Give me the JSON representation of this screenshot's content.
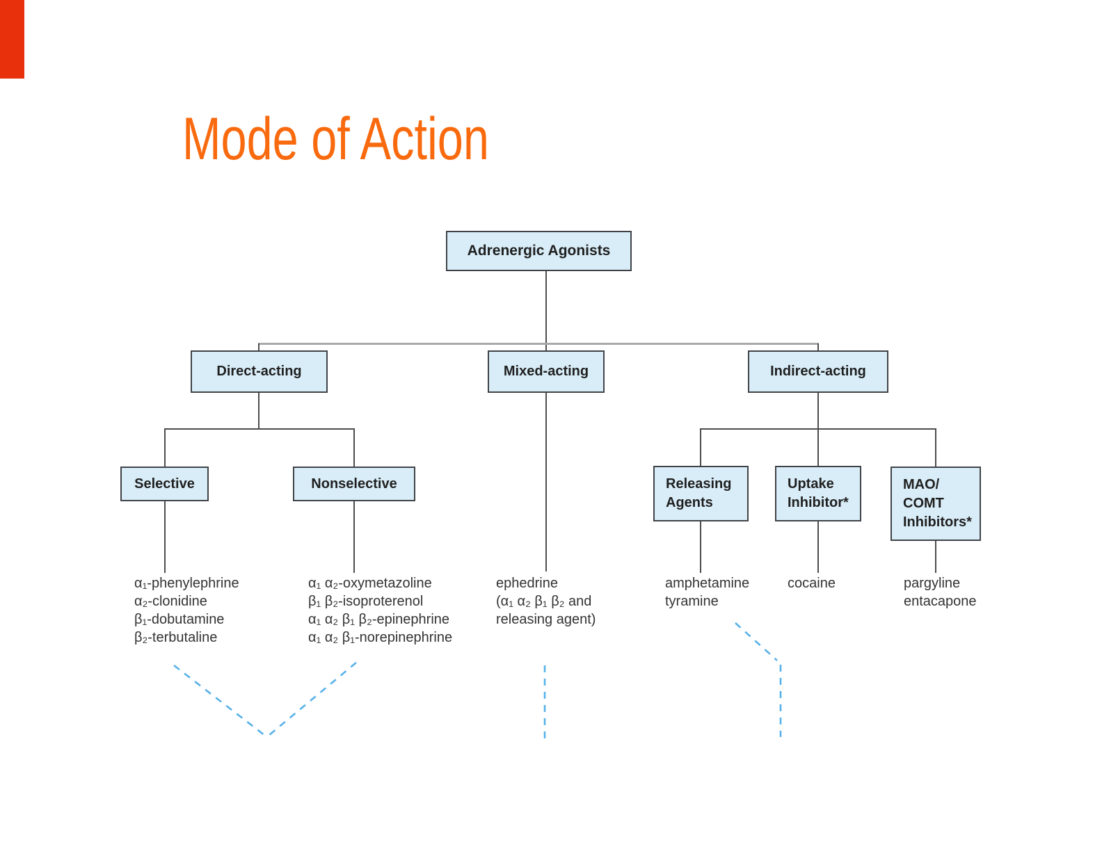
{
  "slide": {
    "title": "Mode of Action"
  },
  "colors": {
    "title_orange": "#f96a0e",
    "red_accent_bar": "#e8300c",
    "node_fill": "#d9edf8",
    "node_border": "#3f4347",
    "connector": "#4c4c4c",
    "connector_light": "#a9a9a9",
    "dashed_pointer_blue": "#57b1e8"
  },
  "nodes": {
    "root": {
      "label": "Adrenergic Agonists"
    },
    "direct": {
      "label": "Direct-acting"
    },
    "mixed": {
      "label": "Mixed-acting"
    },
    "indirect": {
      "label": "Indirect-acting"
    },
    "selective": {
      "label": "Selective"
    },
    "nonselective": {
      "label": "Nonselective"
    },
    "releasing": {
      "lines": [
        "Releasing",
        "Agents"
      ]
    },
    "uptake": {
      "lines": [
        "Uptake",
        "Inhibitor*"
      ]
    },
    "mao": {
      "lines": [
        "MAO/",
        "COMT",
        "Inhibitors*"
      ]
    }
  },
  "leaves": {
    "selective": [
      "α₁-phenylephrine",
      "α₂-clonidine",
      "β₁-dobutamine",
      "β₂-terbutaline"
    ],
    "nonselective": [
      "α₁ α₂-oxymetazoline",
      "β₁ β₂-isoproterenol",
      "α₁ α₂ β₁ β₂-epinephrine",
      "α₁ α₂ β₁-norepinephrine"
    ],
    "mixed": [
      "ephedrine",
      "(α₁ α₂ β₁ β₂ and",
      "releasing agent)"
    ],
    "releasing": [
      "amphetamine",
      "tyramine"
    ],
    "uptake": [
      "cocaine"
    ],
    "mao": [
      "pargyline",
      "entacapone"
    ]
  }
}
